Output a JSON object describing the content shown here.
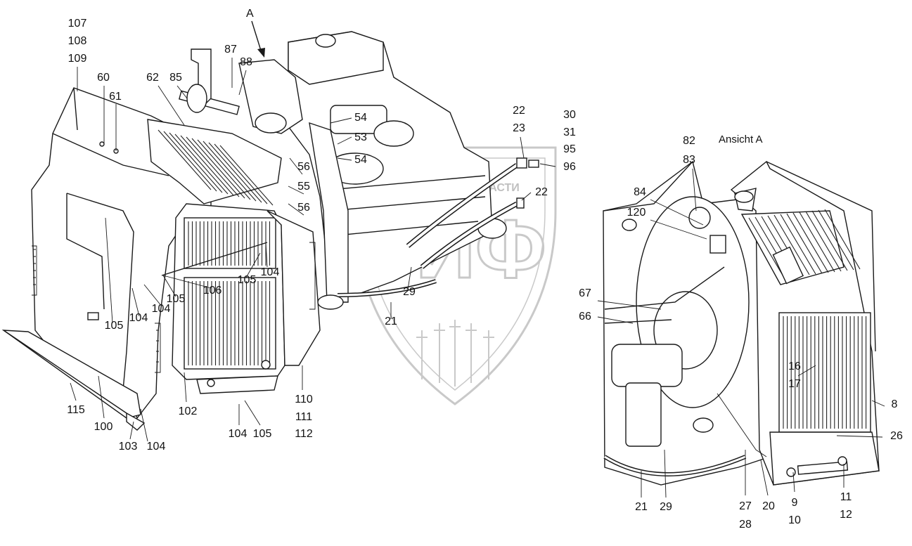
{
  "view_title": "Ansicht A",
  "arrow_label": "A",
  "watermark_text": "ТЕХНИКА И ЗАПЧАСТИ",
  "watermark_letters": "ЗИФ",
  "colors": {
    "line": "#1a1a1a",
    "watermark": "#c9c9c9",
    "background": "#ffffff"
  },
  "callouts": [
    {
      "text": "107"
    },
    {
      "text": "108"
    },
    {
      "text": "109"
    },
    {
      "text": "60"
    },
    {
      "text": "61"
    },
    {
      "text": "62"
    },
    {
      "text": "85"
    },
    {
      "text": "87"
    },
    {
      "text": "88"
    },
    {
      "text": "54"
    },
    {
      "text": "53"
    },
    {
      "text": "54"
    },
    {
      "text": "56"
    },
    {
      "text": "55"
    },
    {
      "text": "56"
    },
    {
      "text": "22"
    },
    {
      "text": "23"
    },
    {
      "text": "30"
    },
    {
      "text": "31"
    },
    {
      "text": "95"
    },
    {
      "text": "96"
    },
    {
      "text": "22"
    },
    {
      "text": "82"
    },
    {
      "text": "83"
    },
    {
      "text": "84"
    },
    {
      "text": "120"
    },
    {
      "text": "104"
    },
    {
      "text": "105"
    },
    {
      "text": "106"
    },
    {
      "text": "105"
    },
    {
      "text": "104"
    },
    {
      "text": "104"
    },
    {
      "text": "105"
    },
    {
      "text": "29"
    },
    {
      "text": "21"
    },
    {
      "text": "67"
    },
    {
      "text": "66"
    },
    {
      "text": "16"
    },
    {
      "text": "17"
    },
    {
      "text": "8"
    },
    {
      "text": "26"
    },
    {
      "text": "115"
    },
    {
      "text": "100"
    },
    {
      "text": "103"
    },
    {
      "text": "104"
    },
    {
      "text": "102"
    },
    {
      "text": "104"
    },
    {
      "text": "105"
    },
    {
      "text": "110"
    },
    {
      "text": "111"
    },
    {
      "text": "112"
    },
    {
      "text": "21"
    },
    {
      "text": "29"
    },
    {
      "text": "27"
    },
    {
      "text": "28"
    },
    {
      "text": "20"
    },
    {
      "text": "9"
    },
    {
      "text": "10"
    },
    {
      "text": "11"
    },
    {
      "text": "12"
    }
  ]
}
